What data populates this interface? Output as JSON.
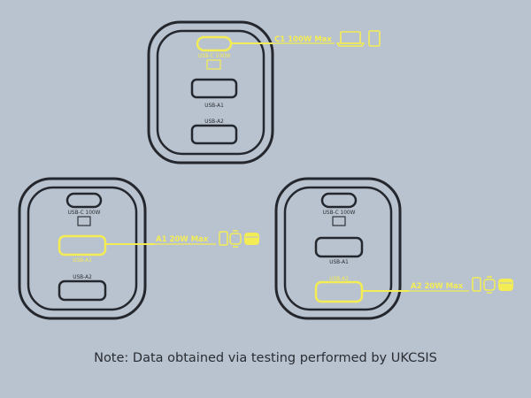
{
  "chargers": [
    {
      "id": "top",
      "highlight": "C1",
      "ports": [
        {
          "type": "usb-c",
          "label": "USB-C 100W",
          "highlighted": true
        },
        {
          "type": "usb-a",
          "label": "USB-A1",
          "highlighted": false
        },
        {
          "type": "usb-a",
          "label": "USB-A2",
          "highlighted": false
        }
      ],
      "callout": "C1 100W Max",
      "devices": [
        "laptop-icon",
        "tablet-icon"
      ]
    },
    {
      "id": "left",
      "highlight": "A1",
      "ports": [
        {
          "type": "usb-c",
          "label": "USB-C 100W",
          "highlighted": false
        },
        {
          "type": "usb-a",
          "label": "USB-A1",
          "highlighted": true
        },
        {
          "type": "usb-a",
          "label": "USB-A2",
          "highlighted": false
        }
      ],
      "callout": "A1 20W Max",
      "devices": [
        "phone-icon",
        "watch-icon",
        "earbuds-case-icon"
      ]
    },
    {
      "id": "right",
      "highlight": "A2",
      "ports": [
        {
          "type": "usb-c",
          "label": "USB-C 100W",
          "highlighted": false
        },
        {
          "type": "usb-a",
          "label": "USB-A1",
          "highlighted": false
        },
        {
          "type": "usb-a",
          "label": "USB-A2",
          "highlighted": true
        }
      ],
      "callout": "A2 20W Max",
      "devices": [
        "phone-icon",
        "watch-icon",
        "earbuds-case-icon"
      ]
    }
  ],
  "note": "Note: Data obtained via testing performed by UKCSIS",
  "colors": {
    "background": "#b9c3cf",
    "outline": "#24272d",
    "highlight": "#f3ec55",
    "label": "#2a2d33"
  }
}
